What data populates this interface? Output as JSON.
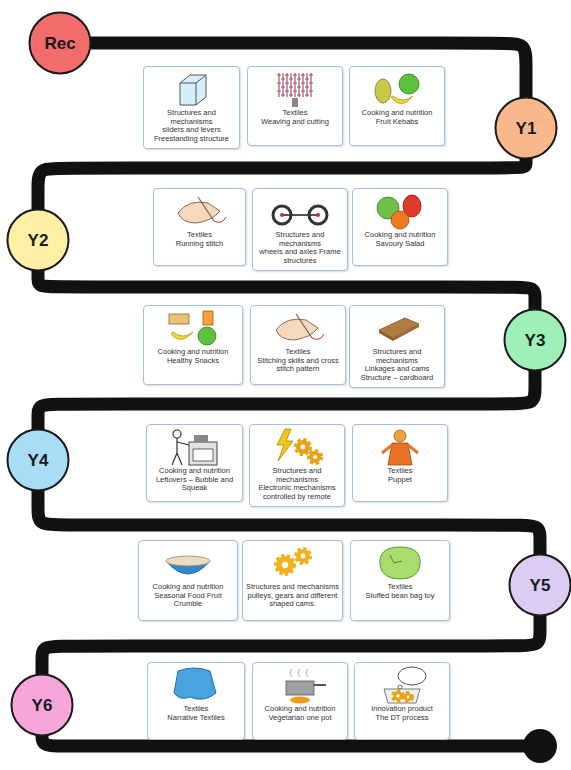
{
  "diagram": {
    "nodes": [
      {
        "text": [
          "Rec"
        ]
      },
      {
        "text": [
          "Structures and mechanisms",
          "sliders and levers Freestanding structure"
        ]
      },
      {
        "text": [
          "Textiles",
          "Weaving and cutting"
        ]
      },
      {
        "text": [
          "Cooking and nutrition",
          "Fruit Kebabs"
        ]
      },
      {
        "text": [
          "Y1"
        ]
      },
      {
        "text": [
          "Y2"
        ]
      },
      {
        "text": [
          "Textiles",
          "Running stitch"
        ]
      },
      {
        "text": [
          "Structures and mechanisms",
          "wheels and axles Frame structures"
        ]
      },
      {
        "text": [
          "Cooking and nutrition",
          "Savoury Salad"
        ]
      },
      {
        "text": [
          "Cooking and nutrition",
          "Healthy Snacks"
        ]
      },
      {
        "text": [
          "Textiles",
          "Stitching skills and cross stitch pattern"
        ]
      },
      {
        "text": [
          "Structures and mechanisms",
          "Linkages and cams Structure – cardboard"
        ]
      },
      {
        "text": [
          "Y3"
        ]
      },
      {
        "text": [
          "Y4"
        ]
      },
      {
        "text": [
          "Cooking and nutrition",
          "Leftovers – Bubble and Squeak"
        ]
      },
      {
        "text": [
          "Structures and mechanisms",
          "Electronic mechanisms controlled by remote"
        ]
      },
      {
        "text": [
          "Textiles",
          "Puppet"
        ]
      },
      {
        "text": [
          "Cooking and nutrition",
          "Seasonal Food Fruit Crumble"
        ]
      },
      {
        "text": [
          "Structures and mechanisms",
          "pulleys, gears and different shaped cams."
        ]
      },
      {
        "text": [
          "Textiles",
          "Stuffed bean bag toy"
        ]
      },
      {
        "text": [
          "Y5"
        ]
      },
      {
        "text": [
          "Y6"
        ]
      },
      {
        "text": [
          "Textiles",
          "Narrative Textiles"
        ]
      },
      {
        "text": [
          "Cooking and nutrition",
          "Vegetarian one pot"
        ]
      },
      {
        "text": [
          "Innovation product",
          "The DT process"
        ]
      }
    ],
    "edges": [
      {
        "from": 0,
        "to": 4,
        "arrow": "none"
      },
      {
        "from": 4,
        "to": 5,
        "arrow": "none"
      },
      {
        "from": 5,
        "to": 12,
        "arrow": "none"
      },
      {
        "from": 12,
        "to": 13,
        "arrow": "none"
      },
      {
        "from": 13,
        "to": 20,
        "arrow": "none"
      },
      {
        "from": 20,
        "to": 21,
        "arrow": "none"
      }
    ]
  }
}
